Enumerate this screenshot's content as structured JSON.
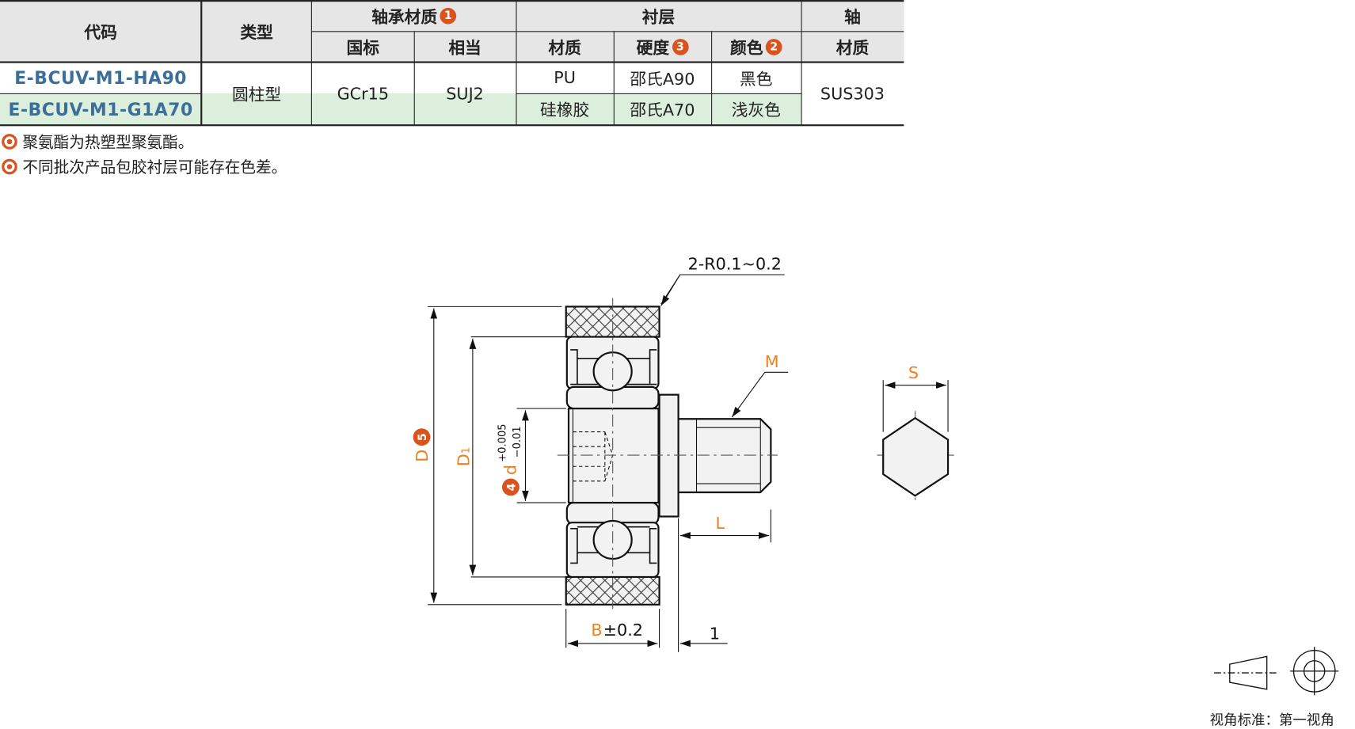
{
  "table": {
    "headers": {
      "code": "代码",
      "type": "类型",
      "bearing_material": "轴承材质",
      "bearing_badge": "1",
      "gb": "国标",
      "equivalent": "相当",
      "lining": "衬层",
      "lining_material": "材质",
      "hardness": "硬度",
      "hardness_badge": "3",
      "color": "颜色",
      "color_badge": "2",
      "shaft": "轴",
      "shaft_material": "材质"
    },
    "rows": [
      {
        "code": "E-BCUV-M1-HA90",
        "lining_material": "PU",
        "hardness": "邵氏A90",
        "color": "黑色"
      },
      {
        "code": "E-BCUV-M1-G1A70",
        "lining_material": "硅橡胶",
        "hardness": "邵氏A70",
        "color": "浅灰色"
      }
    ],
    "shared": {
      "type": "圆柱型",
      "gb": "GCr15",
      "equivalent": "SUJ2",
      "shaft_material": "SUS303"
    }
  },
  "notes": [
    "聚氨酯为热塑型聚氨酯。",
    "不同批次产品包胶衬层可能存在色差。"
  ],
  "drawing": {
    "radius_note": "2-R0.1~0.2",
    "M": "M",
    "D": "D",
    "D_badge": "5",
    "D1": "D",
    "D1_sub": "1",
    "d": "d",
    "d_badge": "4",
    "d_tol_upper": "+0.005",
    "d_tol_lower": "−0.01",
    "L": "L",
    "B": "B",
    "B_tol": "±0.2",
    "one": "1",
    "S": "S"
  },
  "view_standard": "视角标准：第一视角",
  "colors": {
    "accent": "#d9531e",
    "dim_orange": "#f07f1e",
    "code_blue": "#3b6e98",
    "green_row": "#dcefdc"
  }
}
